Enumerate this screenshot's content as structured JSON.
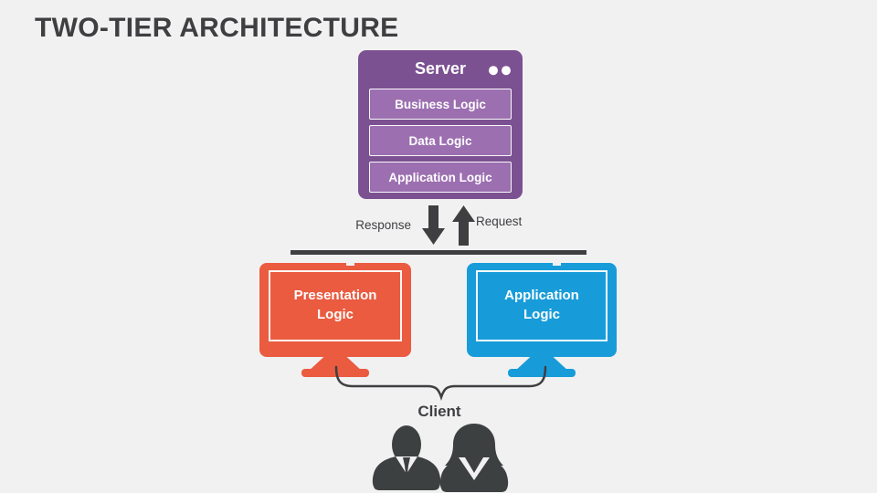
{
  "slide": {
    "title": "TWO-TIER ARCHITECTURE"
  },
  "server": {
    "title": "Server",
    "layers": [
      "Business Logic",
      "Data Logic",
      "Application Logic"
    ]
  },
  "connection": {
    "response_label": "Response",
    "request_label": "Request"
  },
  "clients": {
    "monitors": [
      {
        "label": "Presentation Logic",
        "color": "#EA5B40"
      },
      {
        "label": "Application Logic",
        "color": "#189CD9"
      }
    ],
    "group_label": "Client"
  },
  "icons": {
    "server_status_dots": "two white circles",
    "response_arrow": "down arrow",
    "request_arrow": "up arrow",
    "monitor_left": "orange desktop monitor",
    "monitor_right": "blue desktop monitor",
    "client_brace": "curly brace pointing down",
    "male_user": "man silhouette with suit and tie",
    "female_user": "woman silhouette with collar"
  },
  "colors": {
    "background": "#F1F1F2",
    "ink": "#3F3F42",
    "purple": "#7B5191",
    "purple_light": "#9C6FB0",
    "orange": "#EA5B40",
    "blue": "#189CD9"
  }
}
